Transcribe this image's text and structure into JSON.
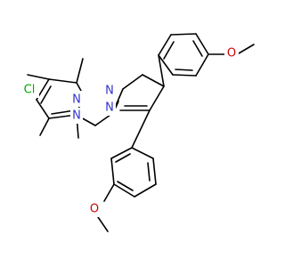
{
  "colors": {
    "background": "#ffffff",
    "bond": "#000000",
    "carbon": "#000000",
    "nitrogen": "#3333cc",
    "oxygen": "#cc0000",
    "chlorine": "#00aa00"
  },
  "atoms": {
    "cl": "Cl",
    "n1": "N",
    "n2": "N",
    "n3": "N",
    "n4": "N",
    "o1": "O",
    "o2": "O"
  }
}
